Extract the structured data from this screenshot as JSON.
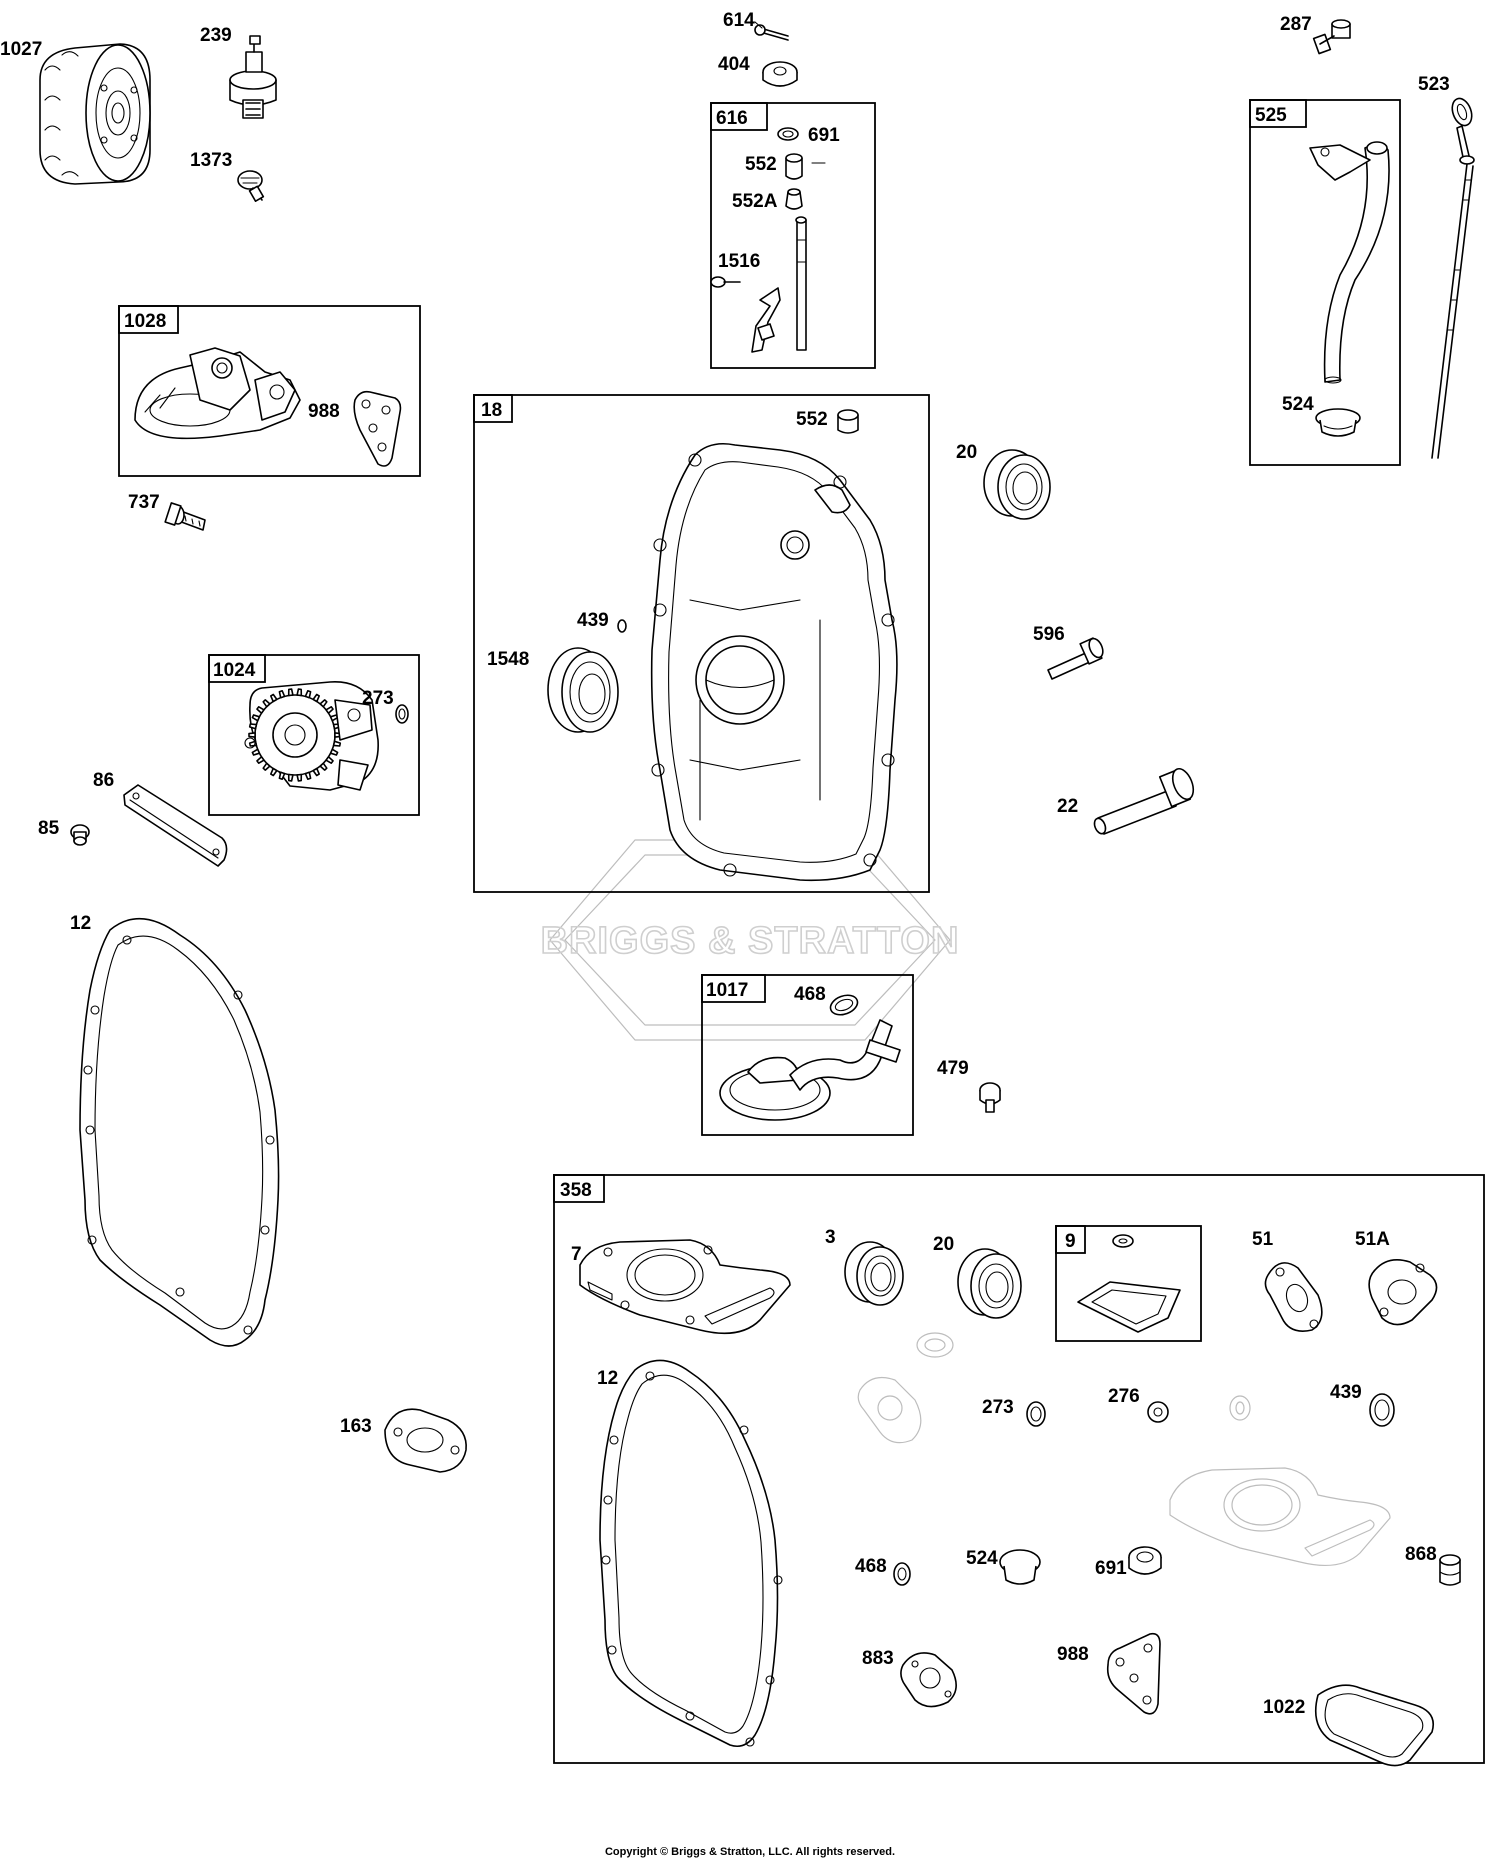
{
  "watermark": "BRIGGS & STRATTON",
  "copyright": "Copyright © Briggs & Stratton, LLC. All rights reserved.",
  "kits": {
    "k1028": "1028",
    "k1024": "1024",
    "k616": "616",
    "k18": "18",
    "k525": "525",
    "k1017": "1017",
    "k358": "358",
    "k9": "9"
  },
  "parts": {
    "p1027": "1027",
    "p239": "239",
    "p1373": "1373",
    "p988a": "988",
    "p737": "737",
    "p273a": "273",
    "p86": "86",
    "p85": "85",
    "p12a": "12",
    "p163": "163",
    "p614": "614",
    "p404": "404",
    "p691a": "691",
    "p552a": "552",
    "p552A": "552A",
    "p1516": "1516",
    "p552b": "552",
    "p439a": "439",
    "p1548": "1548",
    "p20a": "20",
    "p596": "596",
    "p22": "22",
    "p287": "287",
    "p523": "523",
    "p524a": "524",
    "p468a": "468",
    "p479": "479",
    "p7": "7",
    "p3": "3",
    "p20b": "20",
    "p51": "51",
    "p51A": "51A",
    "p12b": "12",
    "p273b": "273",
    "p276": "276",
    "p439b": "439",
    "p468b": "468",
    "p524b": "524",
    "p691b": "691",
    "p868": "868",
    "p883": "883",
    "p988b": "988",
    "p1022": "1022"
  }
}
